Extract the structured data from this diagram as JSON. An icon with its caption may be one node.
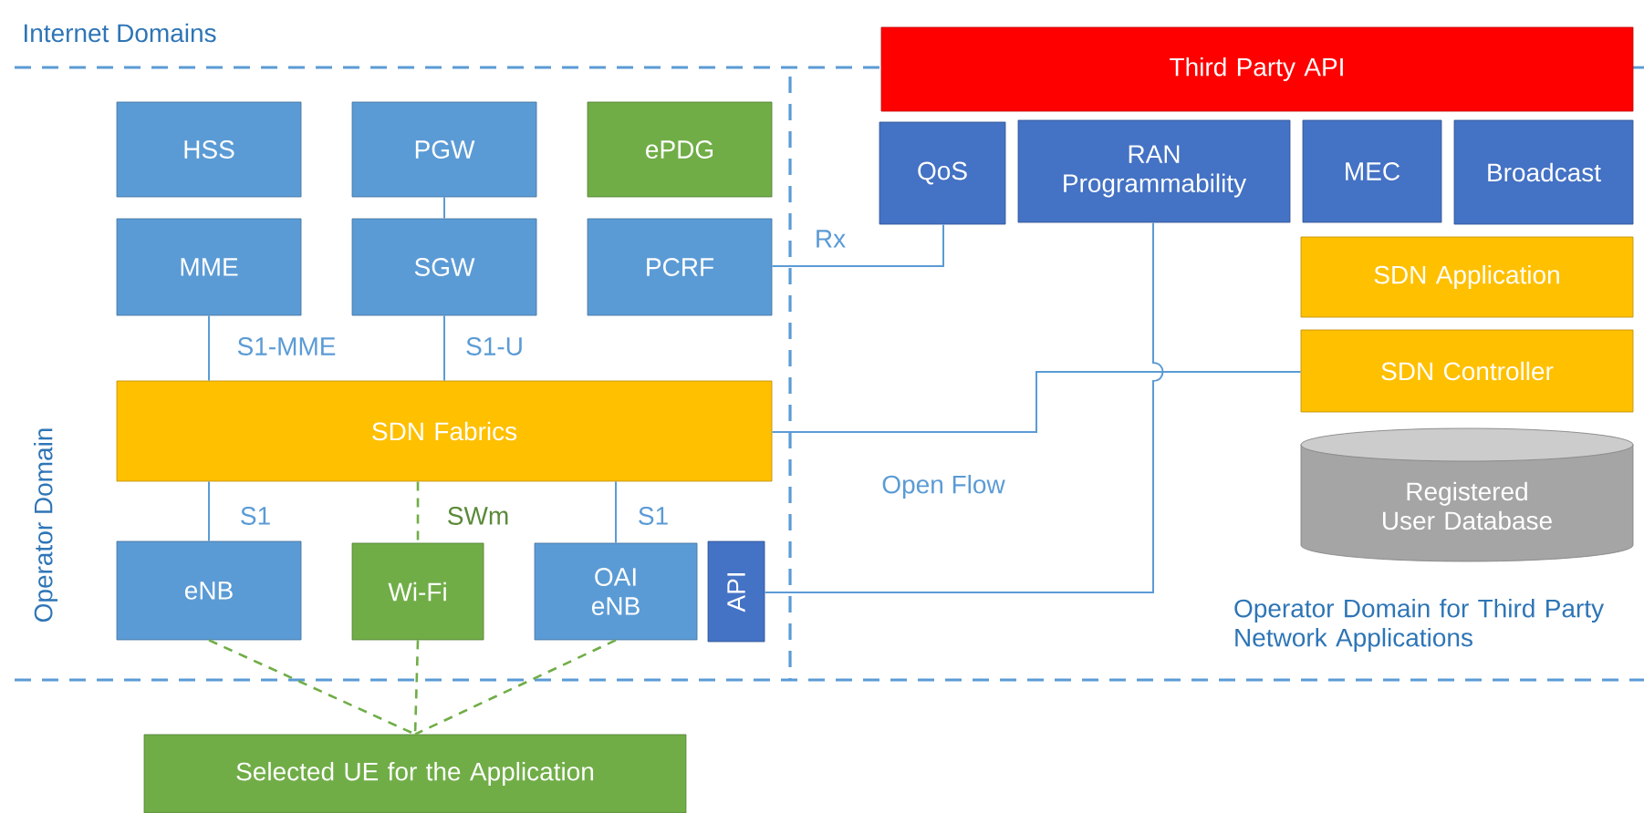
{
  "diagram": {
    "nodes": [
      {
        "text": [
          "HSS"
        ]
      },
      {
        "text": [
          "PGW"
        ]
      },
      {
        "text": [
          "ePDG"
        ]
      },
      {
        "text": [
          "MME"
        ]
      },
      {
        "text": [
          "SGW"
        ]
      },
      {
        "text": [
          "PCRF"
        ]
      },
      {
        "text": [
          "SDN Fabrics"
        ]
      },
      {
        "text": [
          "eNB"
        ]
      },
      {
        "text": [
          "Wi-Fi"
        ]
      },
      {
        "text": [
          "OAI eNB"
        ]
      },
      {
        "text": [
          "API"
        ]
      },
      {
        "text": [
          "Selected UE for the Application"
        ]
      },
      {
        "text": [
          "Third Party API"
        ]
      },
      {
        "text": [
          "QoS"
        ]
      },
      {
        "text": [
          "RAN Programmability"
        ]
      },
      {
        "text": [
          "MEC"
        ]
      },
      {
        "text": [
          "Broadcast"
        ]
      },
      {
        "text": [
          "SDN Application"
        ]
      },
      {
        "text": [
          "SDN Controller"
        ]
      },
      {
        "text": [
          "Registered User Database"
        ]
      }
    ],
    "edges": [
      {
        "from": 1,
        "to": 4,
        "arrow": "none"
      },
      {
        "from": 3,
        "to": 6,
        "arrow": "none",
        "label": "S1-MME"
      },
      {
        "from": 4,
        "to": 6,
        "arrow": "none",
        "label": "S1-U"
      },
      {
        "from": 6,
        "to": 7,
        "arrow": "none",
        "label": "S1"
      },
      {
        "from": 6,
        "to": 8,
        "arrow": "none",
        "label": "SWm",
        "style": "dashed",
        "color": "#70ad47"
      },
      {
        "from": 6,
        "to": 9,
        "arrow": "none",
        "label": "S1"
      },
      {
        "from": 7,
        "to": 11,
        "arrow": "none",
        "style": "dashed",
        "color": "#70ad47"
      },
      {
        "from": 8,
        "to": 11,
        "arrow": "none",
        "style": "dashed",
        "color": "#70ad47"
      },
      {
        "from": 9,
        "to": 11,
        "arrow": "none",
        "style": "dashed",
        "color": "#70ad47"
      },
      {
        "from": 5,
        "to": 13,
        "arrow": "none",
        "label": "Rx"
      },
      {
        "from": 6,
        "to": 18,
        "arrow": "none",
        "label": "Open Flow"
      },
      {
        "from": 14,
        "to": 10,
        "arrow": "none"
      }
    ],
    "labels": [
      "Internet Domains",
      "Operator Domain",
      "Operator Domain for Third Party Network Applications"
    ]
  }
}
